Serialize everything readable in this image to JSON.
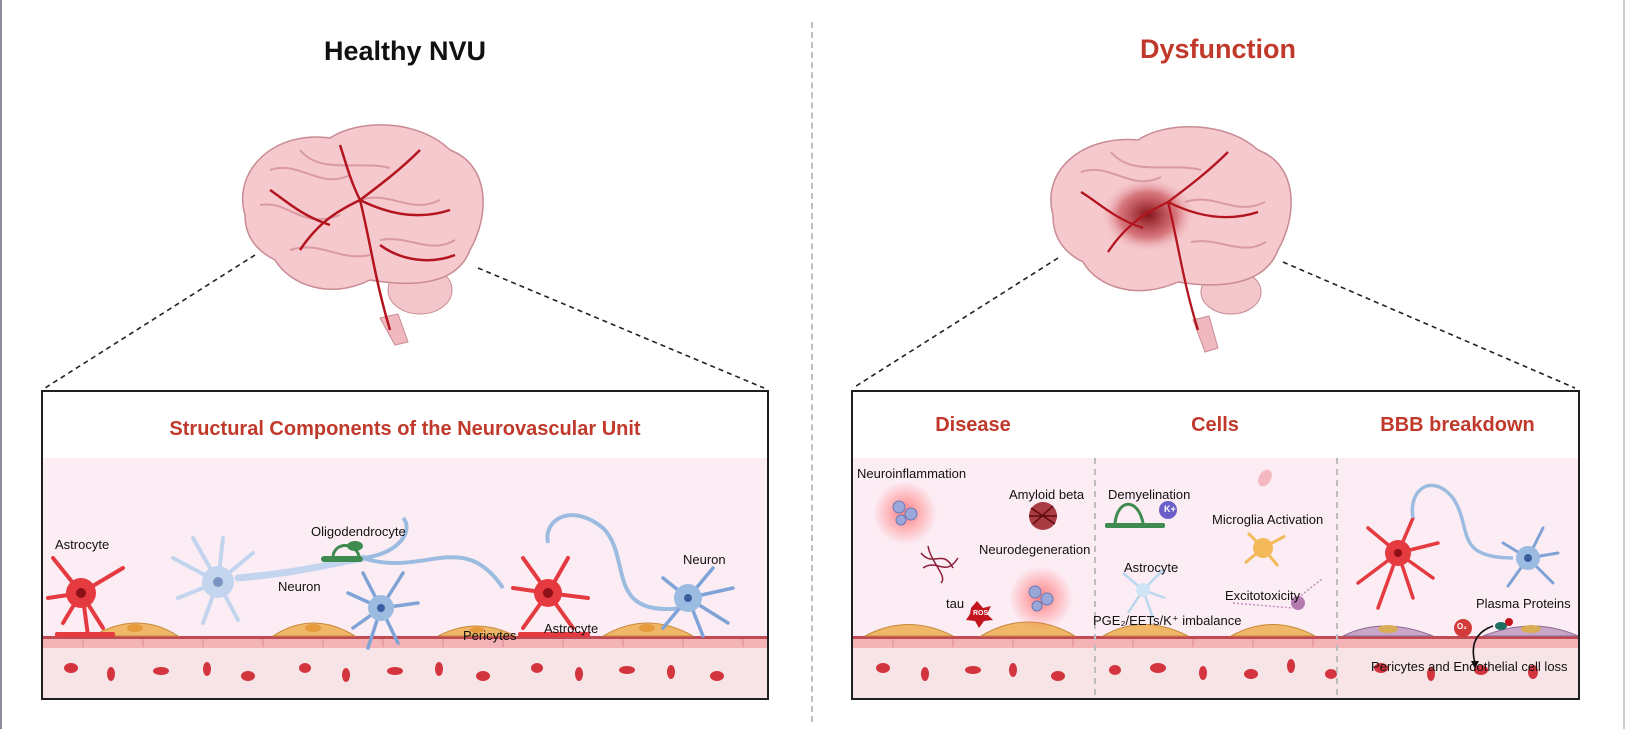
{
  "left": {
    "title": "Healthy NVU",
    "panel_title": "Structural Components of the Neurovascular Unit",
    "labels": {
      "astrocyte_1": "Astrocyte",
      "oligodendrocyte": "Oligodendrocyte",
      "neuron_1": "Neuron",
      "neuron_2": "Neuron",
      "pericytes": "Pericytes",
      "astrocyte_2": "Astrocyte"
    }
  },
  "right": {
    "title": "Dysfunction",
    "columns": [
      "Disease",
      "Cells",
      "BBB breakdown"
    ],
    "labels": {
      "neuroinflammation": "Neuroinflammation",
      "amyloid_beta": "Amyloid beta",
      "neurodegeneration": "Neurodegeneration",
      "tau": "tau",
      "ros": "ROS",
      "demyelination": "Demyelination",
      "k_ion": "K+",
      "microglia_activation": "Microglia Activation",
      "astrocyte": "Astrocyte",
      "excitotoxicity": "Excitotoxicity",
      "imbalance": "PGE₂/EETs/K⁺ imbalance",
      "plasma_proteins": "Plasma Proteins",
      "o2": "O₂",
      "cell_loss": "Pericytes and Endothelial cell loss"
    }
  },
  "colors": {
    "accent_red": "#c0392b",
    "brain_pink": "#f2c4c8",
    "vessel_red": "#b3141e",
    "astrocyte_red": "#e53b40",
    "neuron_blue": "#9bbbe0",
    "pericyte_orange": "#f0b769",
    "panel_pink": "#fcedf4"
  }
}
